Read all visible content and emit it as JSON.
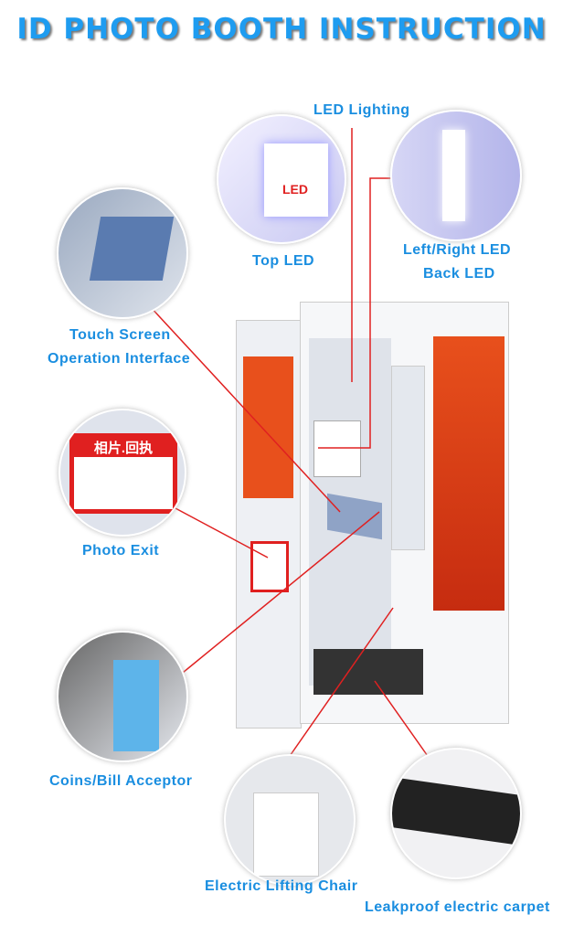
{
  "title": "ID PHOTO BOOTH INSTRUCTION",
  "labels": {
    "led_lighting": "LED Lighting",
    "top_led": "Top LED",
    "left_right_led": "Left/Right LED",
    "back_led": "Back LED",
    "touch_screen_1": "Touch Screen",
    "touch_screen_2": "Operation Interface",
    "photo_exit": "Photo Exit",
    "coins": "Coins/Bill Acceptor",
    "chair": "Electric Lifting Chair",
    "carpet": "Leakproof electric carpet"
  },
  "insets": {
    "led_badge": "LED",
    "photo_exit_sign": "相片.回执"
  },
  "colors": {
    "label": "#1a8ee0",
    "title": "#1e9cf0",
    "callout_line": "#e02020",
    "booth": "#f4f5f8",
    "poster": "#e8501c"
  }
}
